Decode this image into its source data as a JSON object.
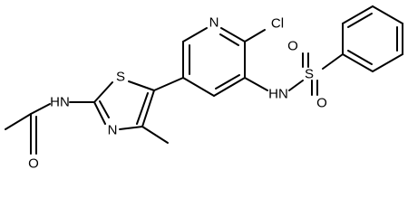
{
  "structure": {
    "atoms": {
      "n_pyridine": "N",
      "cl": "Cl",
      "s_thiazole": "S",
      "nh_amide": "HN",
      "n_thiazole": "N",
      "o_acetyl": "O",
      "nh_sulfonamide": "HN",
      "s_sulfonyl": "S",
      "o_sulfonyl_top": "O",
      "o_sulfonyl_bottom": "O"
    }
  },
  "colors": {
    "ink": "#000000",
    "background": "#ffffff"
  }
}
